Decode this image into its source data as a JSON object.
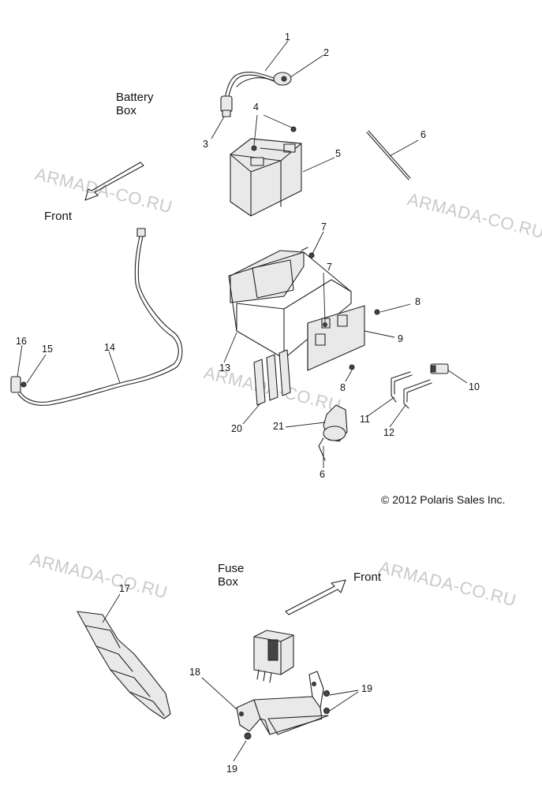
{
  "captions": {
    "battery_box": "Battery\nBox",
    "fuse_box": "Fuse\nBox",
    "front_upper": "Front",
    "front_lower": "Front"
  },
  "copyright": "© 2012 Polaris Sales Inc.",
  "watermark": "ARMADA-CO.RU",
  "callouts": {
    "c1": "1",
    "c2": "2",
    "c3": "3",
    "c4": "4",
    "c5": "5",
    "c6a": "6",
    "c6b": "6",
    "c7a": "7",
    "c7b": "7",
    "c8a": "8",
    "c8b": "8",
    "c9": "9",
    "c10": "10",
    "c11": "11",
    "c12": "12",
    "c13": "13",
    "c14": "14",
    "c15": "15",
    "c16": "16",
    "c17": "17",
    "c18": "18",
    "c19a": "19",
    "c19b": "19",
    "c20": "20",
    "c21": "21"
  }
}
